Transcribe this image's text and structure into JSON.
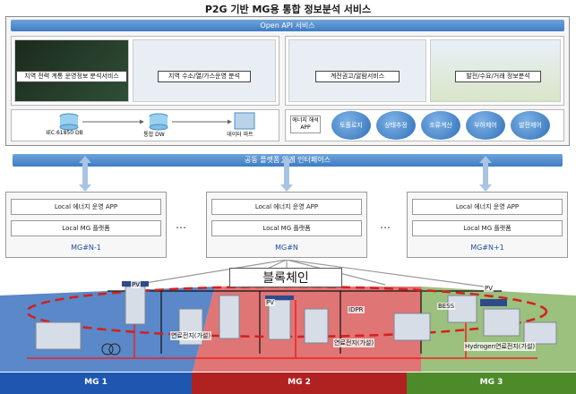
{
  "title": "P2G 기반 MG용 통합 정보분석 서비스",
  "open_api": "Open API 서비스",
  "services": {
    "s1": "지역 전력 계통 운영정보 분석서비스",
    "s2": "지역 수소/열/가스운영 분석",
    "s3": "계전권고/알람서비스",
    "s4": "발전/수요/거래 정보분석"
  },
  "db": {
    "iec": "IEC 61850 DB",
    "dw": "통합 DW",
    "mart": "데이터 마트"
  },
  "app_label": "에너지 해석 APP",
  "apps": [
    "토폴로지",
    "상태추정",
    "조류계산",
    "부하제어",
    "발전제어"
  ],
  "common_interface": "공동 플랫폼 연계 인터페이스",
  "nodes": [
    {
      "app": "Local 에너지 운영 APP",
      "platform": "Local MG 플랫폼",
      "label": "MG#N-1"
    },
    {
      "app": "Local 에너지 운영 APP",
      "platform": "Local MG 플랫폼",
      "label": "MG#N"
    },
    {
      "app": "Local 에너지 운영 APP",
      "platform": "Local MG 플랫폼",
      "label": "MG#N+1"
    }
  ],
  "ellipsis": "…",
  "blockchain": "블록체인",
  "field_labels": {
    "pv1": "PV",
    "pv2": "PV",
    "pv3": "PV",
    "fc1": "연료전지(가설)",
    "fc2": "연료전지(가설)",
    "fc3": "Hydrogen연료전지(가설)",
    "idpr": "IDPR",
    "bess": "BESS"
  },
  "bands": [
    "MG 1",
    "MG 2",
    "MG 3"
  ],
  "colors": {
    "band1": "#1f57b0",
    "band2": "#b02222",
    "band3": "#4c8a2a"
  }
}
